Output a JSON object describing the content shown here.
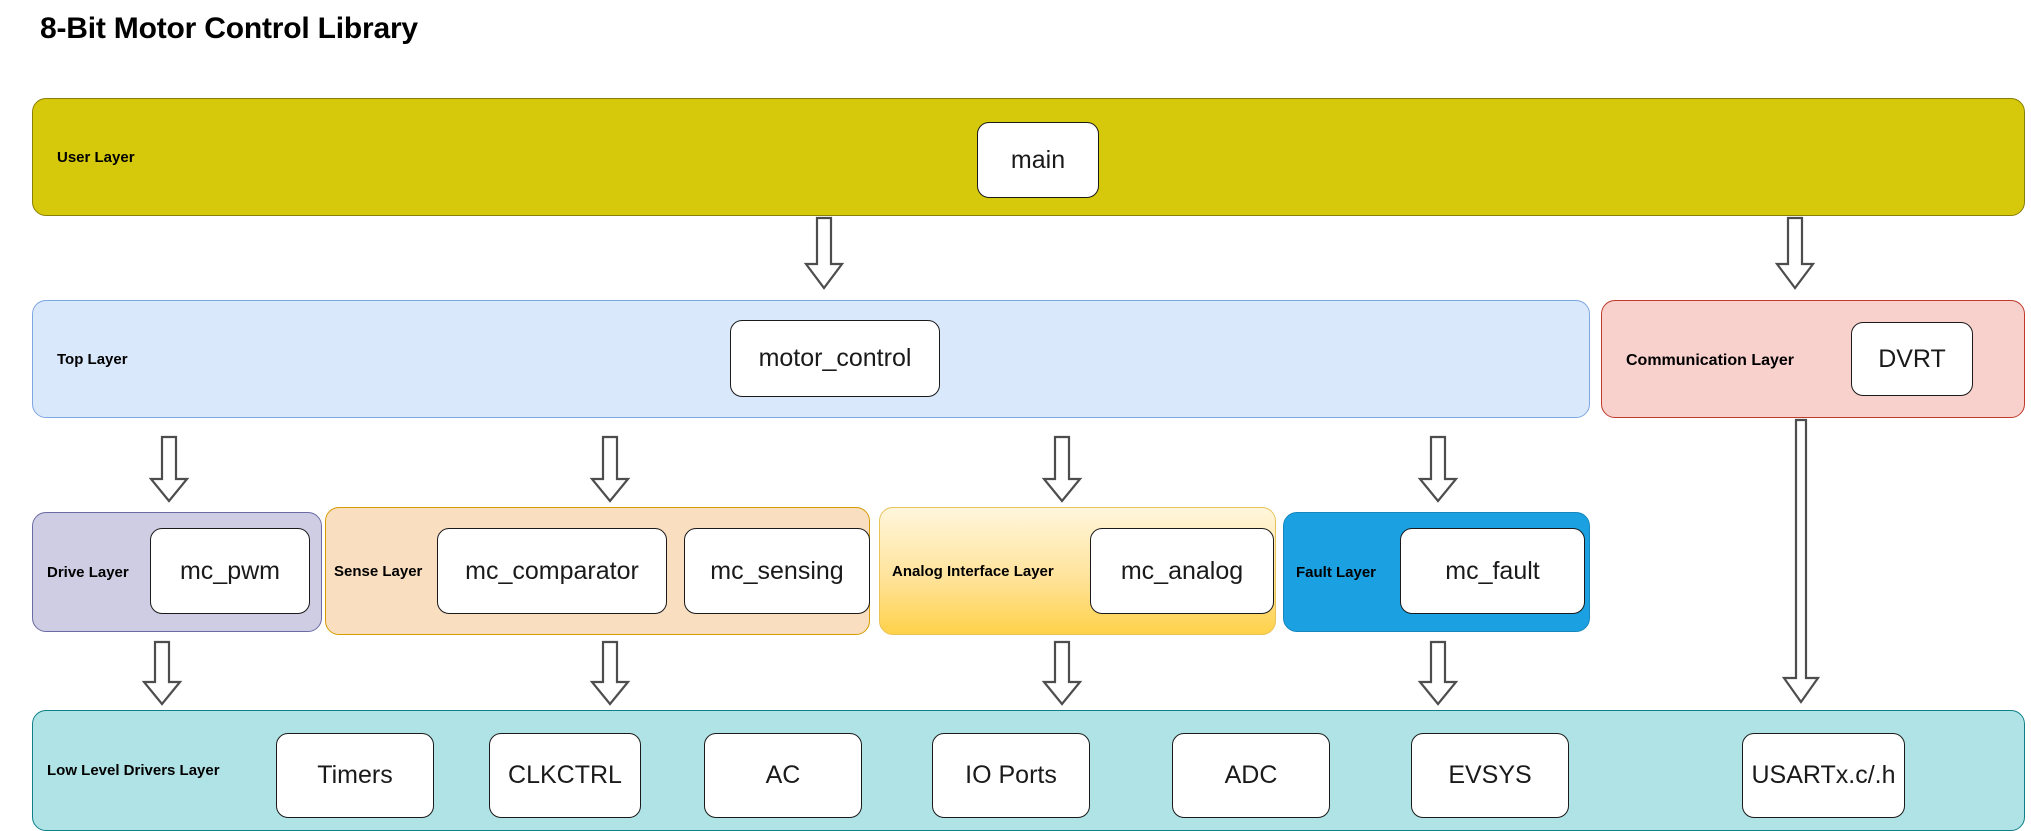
{
  "page": {
    "title": "8-Bit Motor Control Library",
    "background": "#ffffff"
  },
  "colors": {
    "user_layer": "#D6C80A",
    "user_layer_border": "#8a7f06",
    "top_layer": "#DAE8FC",
    "top_layer_border": "#7EA6E0",
    "communication_layer": "#F8D0CC",
    "communication_layer_border": "#C0392B",
    "drive_layer": "#CFCDE4",
    "drive_layer_border": "#6C6BA6",
    "sense_layer": "#FADEC0",
    "sense_layer_border": "#D79B00",
    "analog_layer_start": "#FFF6DC",
    "analog_layer_end": "#FFD966",
    "analog_layer_border": "#E8C35A",
    "fault_layer": "#1BA1E2",
    "fault_layer_border": "#006EAF",
    "low_level_layer": "#B0E3E6",
    "low_level_layer_border": "#0E8088",
    "node_fill": "#FFFFFF",
    "node_border": "#1A1A1A",
    "arrow_stroke": "#4D4D4D"
  },
  "layers": {
    "user": {
      "label": "User Layer",
      "nodes": [
        {
          "label": "main"
        }
      ]
    },
    "top": {
      "label": "Top Layer",
      "nodes": [
        {
          "label": "motor_control"
        }
      ]
    },
    "communication": {
      "label": "Communication Layer",
      "nodes": [
        {
          "label": "DVRT"
        }
      ]
    },
    "drive": {
      "label": "Drive Layer",
      "nodes": [
        {
          "label": "mc_pwm"
        }
      ]
    },
    "sense": {
      "label": "Sense Layer",
      "nodes": [
        {
          "label": "mc_comparator"
        },
        {
          "label": "mc_sensing"
        }
      ]
    },
    "analog": {
      "label": "Analog Interface Layer",
      "nodes": [
        {
          "label": "mc_analog"
        }
      ]
    },
    "fault": {
      "label": "Fault Layer",
      "nodes": [
        {
          "label": "mc_fault"
        }
      ]
    },
    "low_level": {
      "label": "Low Level Drivers Layer",
      "nodes": [
        {
          "label": "Timers"
        },
        {
          "label": "CLKCTRL"
        },
        {
          "label": "AC"
        },
        {
          "label": "IO Ports"
        },
        {
          "label": "ADC"
        },
        {
          "label": "EVSYS"
        },
        {
          "label": "USARTx.c/.h"
        }
      ]
    }
  },
  "connectors": [
    {
      "name": "user-to-top",
      "from": "User Layer",
      "to": "Top Layer"
    },
    {
      "name": "user-to-communication",
      "from": "User Layer",
      "to": "Communication Layer"
    },
    {
      "name": "top-to-drive",
      "from": "Top Layer",
      "to": "Drive Layer"
    },
    {
      "name": "top-to-sense",
      "from": "Top Layer",
      "to": "Sense Layer"
    },
    {
      "name": "top-to-analog",
      "from": "Top Layer",
      "to": "Analog Interface Layer"
    },
    {
      "name": "top-to-fault",
      "from": "Top Layer",
      "to": "Fault Layer"
    },
    {
      "name": "drive-to-low-level",
      "from": "Drive Layer",
      "to": "Low Level Drivers Layer"
    },
    {
      "name": "sense-to-low-level",
      "from": "Sense Layer",
      "to": "Low Level Drivers Layer"
    },
    {
      "name": "analog-to-low-level",
      "from": "Analog Interface Layer",
      "to": "Low Level Drivers Layer"
    },
    {
      "name": "fault-to-low-level",
      "from": "Fault Layer",
      "to": "Low Level Drivers Layer"
    },
    {
      "name": "communication-to-low-level",
      "from": "Communication Layer",
      "to": "Low Level Drivers Layer"
    }
  ]
}
